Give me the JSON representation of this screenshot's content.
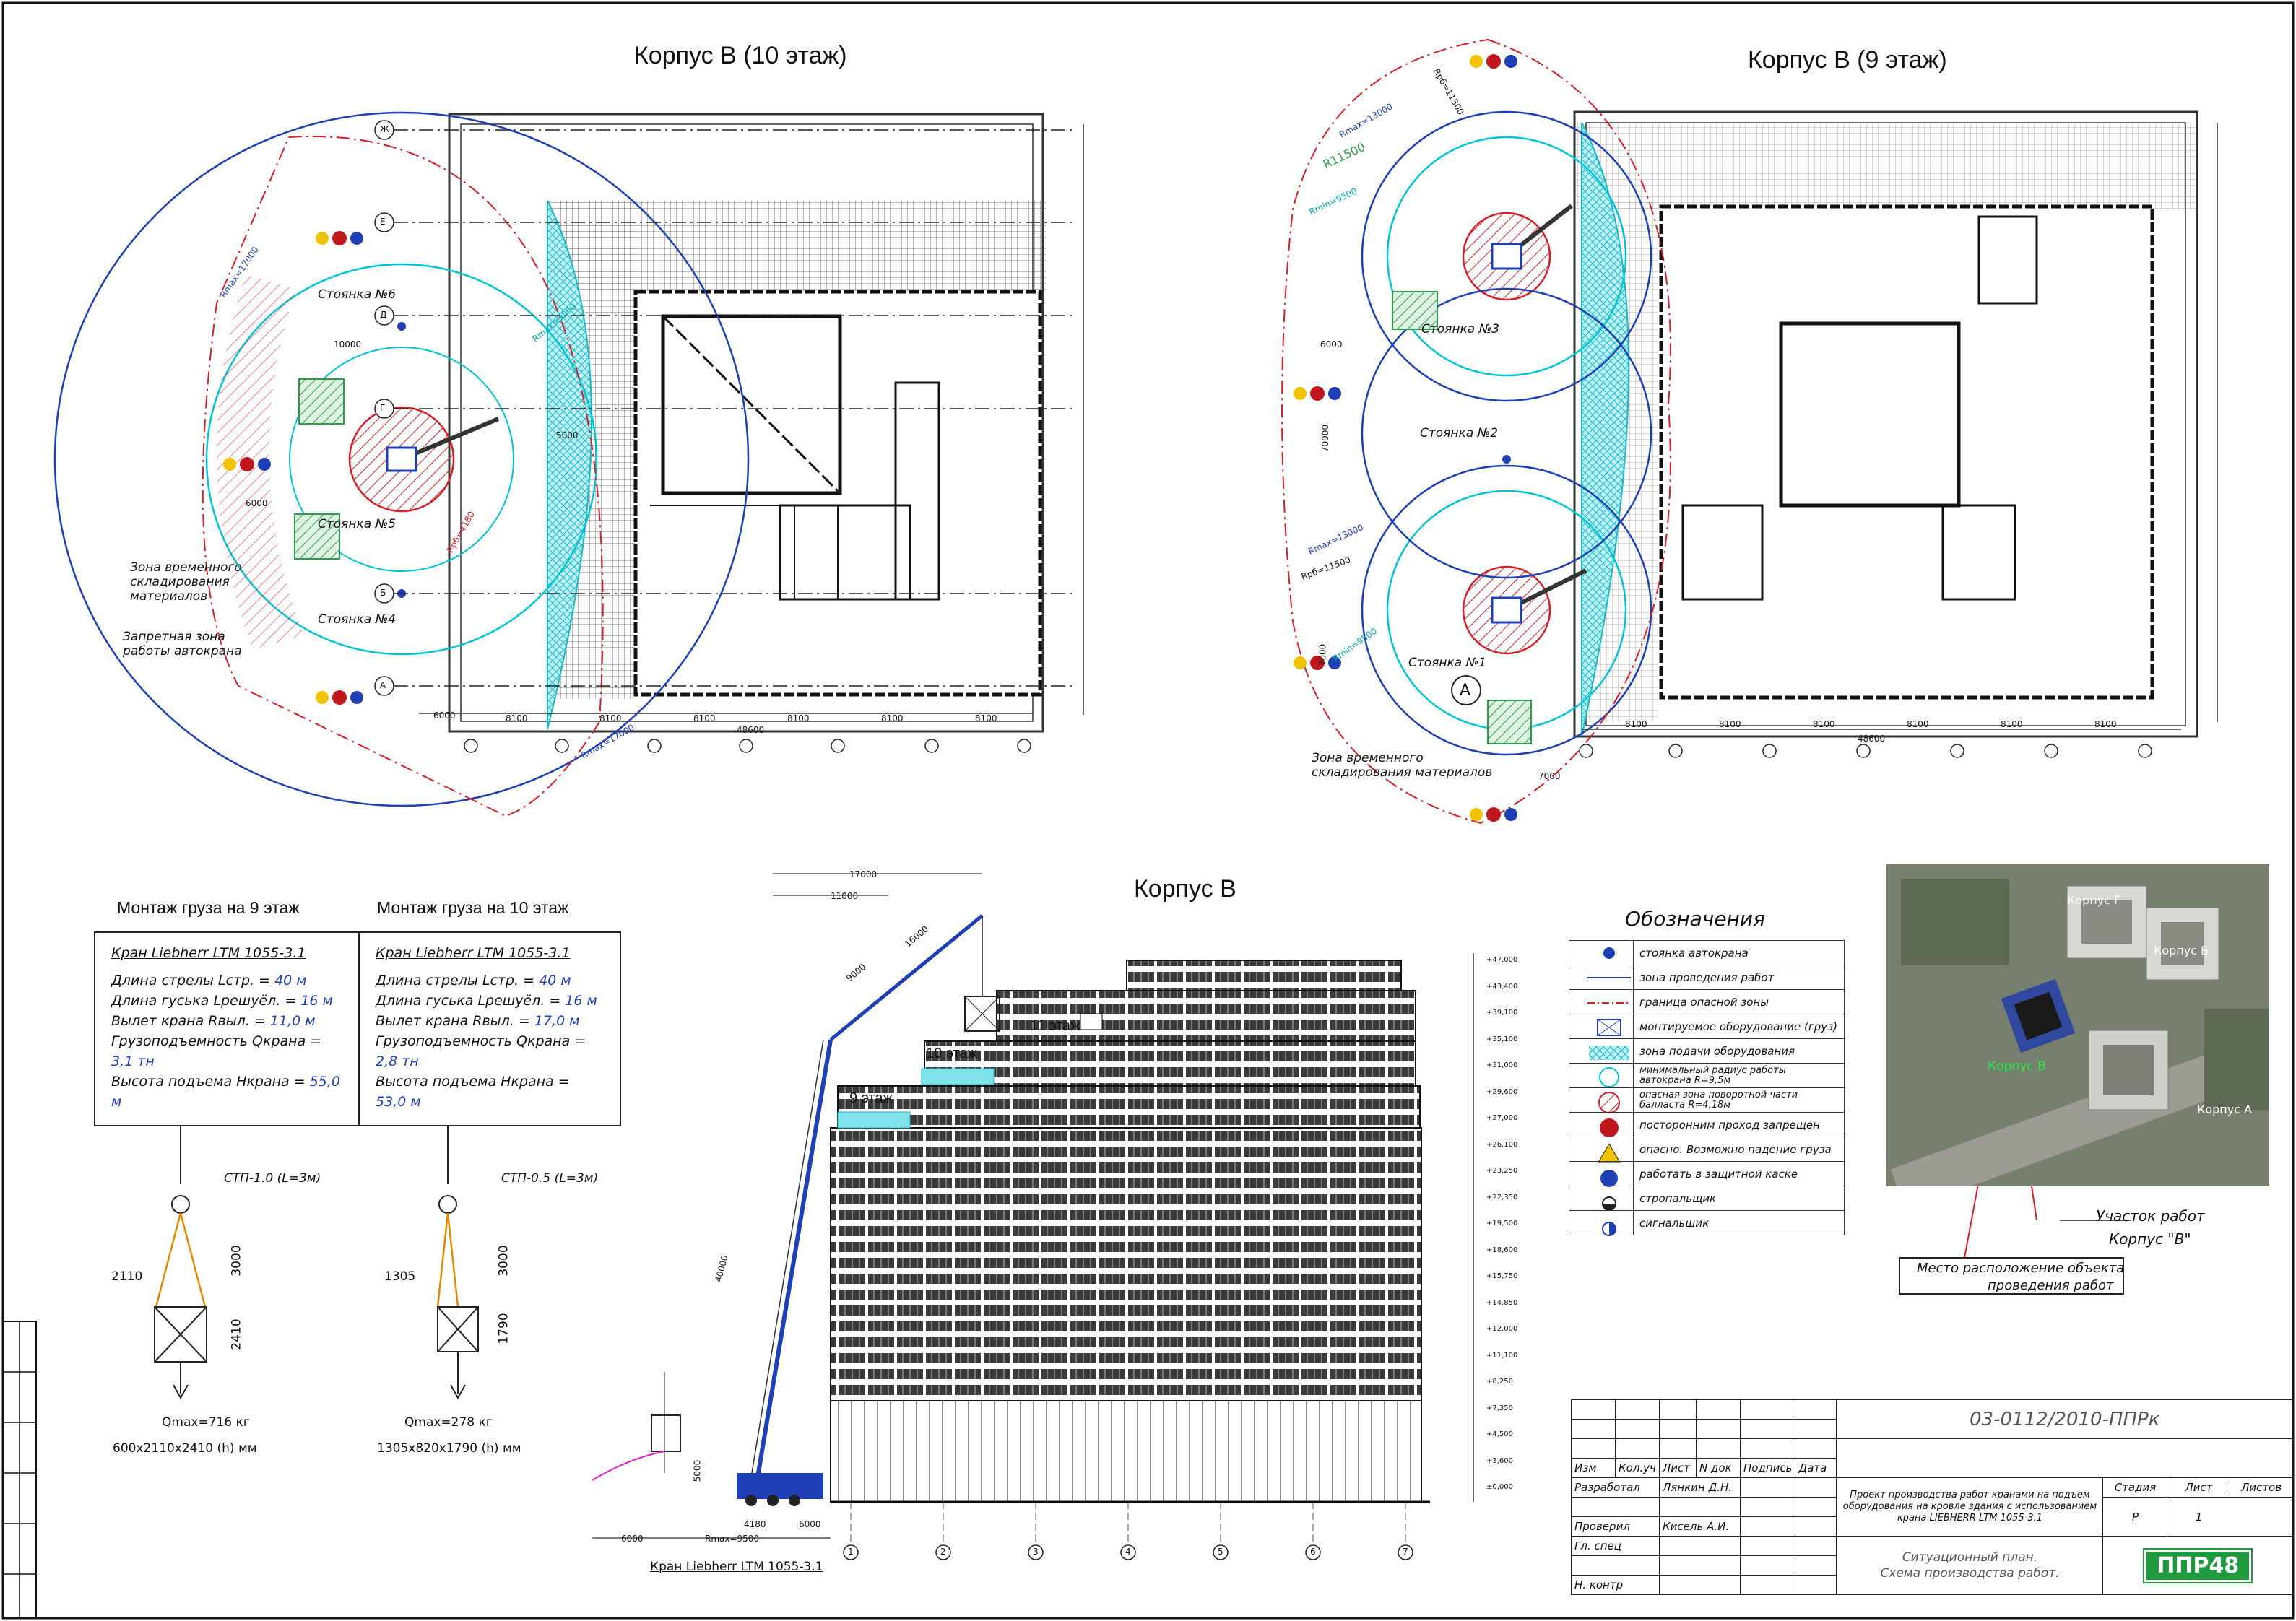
{
  "titles": {
    "plan_left": "Корпус В  (10 этаж)",
    "plan_right": "Корпус В  (9 этаж)",
    "elevation": "Корпус В"
  },
  "plan_left": {
    "axes_letters": [
      "Ж",
      "Е",
      "Д",
      "Г",
      "Б",
      "А"
    ],
    "stops": [
      "Стоянка №6",
      "Стоянка №5",
      "Стоянка №4"
    ],
    "radii": [
      "Rmax=17000",
      "Rmax=9500",
      "Rрб=4180",
      "Rmax=17000"
    ],
    "dims": [
      "10000",
      "6000",
      "5000",
      "6000",
      "8100",
      "8100",
      "8100",
      "8100",
      "8100",
      "8100",
      "48600"
    ],
    "zone_storage": "Зона временного складирования материалов",
    "zone_forbidden": "Запретная зона работы автокрана"
  },
  "plan_right": {
    "stops": [
      "Стоянка №3",
      "Стоянка №2",
      "Стоянка №1"
    ],
    "radii": [
      "Rрб=11500",
      "Rmax=13000",
      "R11500",
      "Rmin=9500",
      "Rmax=13000",
      "Rрб=11500",
      "Rmin=9500"
    ],
    "dims": [
      "6000",
      "70000",
      "7000",
      "7000",
      "8100",
      "8100",
      "8100",
      "8100",
      "8100",
      "8100",
      "48600"
    ],
    "axis_mark": "А",
    "zone_storage": "Зона временного складирования материалов"
  },
  "specs": [
    {
      "title": "Монтаж груза на 9 этаж",
      "crane": "Кран Liebherr LTM 1055-3.1",
      "rows": [
        {
          "label": "Длина стрелы Lстр. = ",
          "value": "40 м"
        },
        {
          "label": "Длина гуська Lрешуёл. = ",
          "value": "16 м"
        },
        {
          "label": "Вылет крана Rвыл. = ",
          "value": "11,0 м"
        },
        {
          "label": "Грузоподъемность Qкрана = ",
          "value": "3,1 тн"
        },
        {
          "label": "Высота подъема Hкрана = ",
          "value": "55,0 м"
        }
      ],
      "sling": "СТП-1.0 (L=3м)",
      "dims": [
        "2110",
        "3000",
        "2410"
      ],
      "qmax": "Qmax=716 кг",
      "size": "600x2110x2410 (h)  мм"
    },
    {
      "title": "Монтаж груза на 10 этаж",
      "crane": "Кран Liebherr LTM 1055-3.1",
      "rows": [
        {
          "label": "Длина стрелы Lстр. = ",
          "value": "40 м"
        },
        {
          "label": "Длина гуська Lрешуёл. = ",
          "value": "16 м"
        },
        {
          "label": "Вылет крана Rвыл. = ",
          "value": "17,0 м"
        },
        {
          "label": "Грузоподъемность Qкрана = ",
          "value": "2,8 тн"
        },
        {
          "label": "Высота подъема Hкрана = ",
          "value": "53,0 м"
        }
      ],
      "sling": "СТП-0.5 (L=3м)",
      "dims": [
        "1305",
        "3000",
        "1790"
      ],
      "qmax": "Qmax=278 кг",
      "size": "1305x820x1790 (h)  мм"
    }
  ],
  "elevation": {
    "floors": [
      "9 этаж",
      "10 этаж",
      "11 этаж"
    ],
    "crane_caption": "Кран Liebherr LTM 1055-3.1",
    "dims_top": [
      "17000",
      "11000",
      "16000",
      "9000"
    ],
    "dims_bottom": [
      "6000",
      "Rmax=9500",
      "4180",
      "6000"
    ],
    "boom": "40000",
    "mast": "5000",
    "axes": [
      "1",
      "2",
      "3",
      "4",
      "5",
      "6",
      "7"
    ],
    "levels": [
      "+47,000",
      "+43,400",
      "+39,100",
      "+35,100",
      "+31,000",
      "+29,600",
      "+27,000",
      "+26,100",
      "+23,250",
      "+22,350",
      "+19,500",
      "+18,600",
      "+15,750",
      "+14,850",
      "+12,000",
      "+11,100",
      "+8,250",
      "+7,350",
      "+4,500",
      "+3,600",
      "±0,000"
    ]
  },
  "legend": {
    "title": "Обозначения",
    "items": [
      {
        "icon": "crane-stop-icon",
        "text": "стоянка автокрана"
      },
      {
        "icon": "work-zone-line-icon",
        "text": "зона проведения работ"
      },
      {
        "icon": "danger-border-line-icon",
        "text": "граница опасной зоны"
      },
      {
        "icon": "cargo-box-icon",
        "text": "монтируемое оборудование (груз)"
      },
      {
        "icon": "hatched-zone-icon",
        "text": "зона подачи оборудования"
      },
      {
        "icon": "min-radius-icon",
        "text": "минимальный радиус работы автокрана R=9,5м"
      },
      {
        "icon": "ballast-zone-icon",
        "text": "опасная зона поворотной части балласта R=4,18м"
      },
      {
        "icon": "no-entry-icon",
        "text": "посторонним проход запрещен"
      },
      {
        "icon": "warning-icon",
        "text": "опасно. Возможно падение груза"
      },
      {
        "icon": "helmet-icon",
        "text": "работать в защитной каске"
      },
      {
        "icon": "slinger-icon",
        "text": "стропальщик"
      },
      {
        "icon": "signaller-icon",
        "text": "сигнальщик"
      }
    ]
  },
  "photo": {
    "labels": [
      "Корпус Г",
      "Корпус Б",
      "Корпус А",
      "Корпус В"
    ],
    "area": "Участок работ",
    "area2": "Корпус \"В\"",
    "location1": "Место расположение объекта",
    "location2": "проведения работ"
  },
  "stamp": {
    "code": "03-0112/2010-ППРк",
    "cols": [
      "Изм",
      "Кол.уч",
      "Лист",
      "N док",
      "Подпись",
      "Дата"
    ],
    "roles": [
      "Разработал",
      "Проверил",
      "Гл. спец",
      "Н. контр"
    ],
    "names": [
      "Лянкин Д.Н.",
      "Кисель А.И."
    ],
    "project": "Проект производства работ кранами на подъем оборудования на кровле здания с использованием крана LIEBHERR LTM 1055-3.1",
    "sheet_title_1": "Ситуационный план.",
    "sheet_title_2": "Схема производства работ.",
    "stage_h": "Стадия",
    "sheet_h": "Лист",
    "sheets_h": "Листов",
    "stage": "Р",
    "sheet": "1",
    "logo": "ППР48"
  },
  "colors": {
    "line": "#111111",
    "blue": "#1f3fb5",
    "cyan": "#00c4d4",
    "red": "#d4202a",
    "green": "#2e9b4a"
  }
}
